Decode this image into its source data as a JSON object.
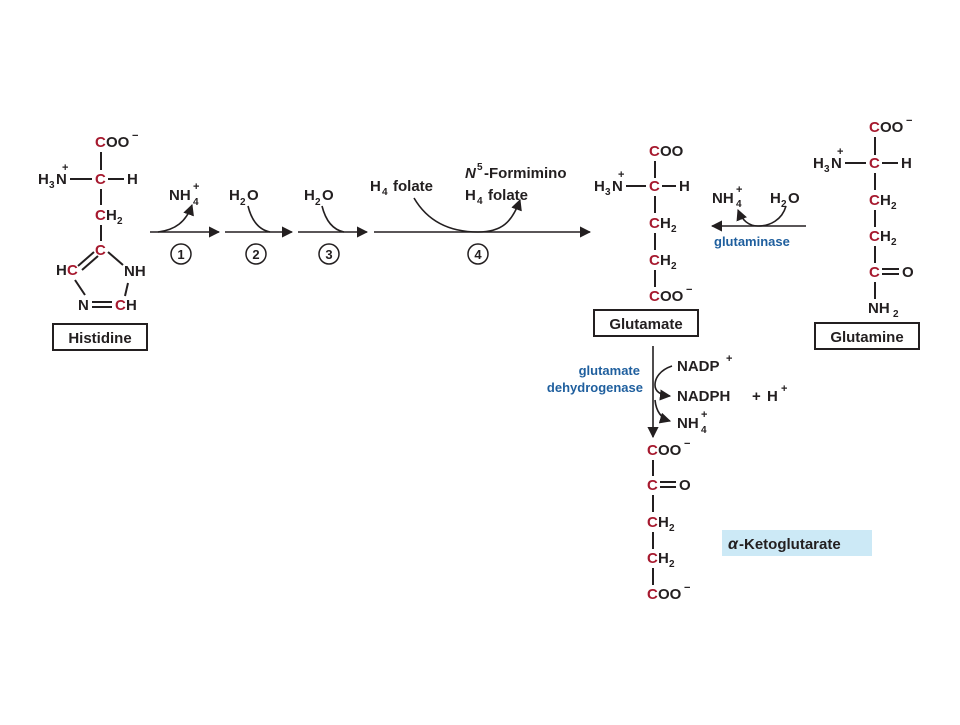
{
  "colors": {
    "carbon": "#a6192e",
    "enzyme": "#1f5f9e",
    "highlight": "#cce9f6",
    "ink": "#231f20"
  },
  "histidine": {
    "name": "Histidine",
    "coo": "OO",
    "coo_charge": "−",
    "amine": "H",
    "amine_sub": "3",
    "amine_n": "N",
    "plus": "+",
    "h": "H",
    "ch2_h": "H",
    "ch2_sub": "2",
    "ring_h": "H",
    "nh": "NH",
    "ring_n": "N",
    "ch_h": "H"
  },
  "reactions": {
    "step1_product": "NH",
    "step1_sub": "4",
    "step1_sup": "+",
    "step2_water": "H",
    "step2_sub": "2",
    "step2_o": "O",
    "step3_water": "H",
    "step3_sub": "2",
    "step3_o": "O",
    "step4_left_h": "H",
    "step4_left_sub": "4",
    "step4_left_word": "folate",
    "step4_n": "N",
    "step4_sup": "5",
    "step4_formimino": "-Formimino",
    "step4_right_h": "H",
    "step4_right_sub": "4",
    "step4_right_word": "folate",
    "steps": [
      "1",
      "2",
      "3",
      "4"
    ]
  },
  "glutamate": {
    "name": "Glutamate",
    "coo_top": "OO",
    "amine": "H",
    "amine_sub": "3",
    "amine_n": "N",
    "plus": "+",
    "h": "H",
    "ch2_sub": "2",
    "coo_bottom": "OO",
    "coo_charge": "−"
  },
  "glutaminase": {
    "enzyme": "glutaminase",
    "nh4": "NH",
    "nh4_sub": "4",
    "nh4_sup": "+",
    "water": "H",
    "water_sub": "2",
    "water_o": "O"
  },
  "glutamine": {
    "name": "Glutamine",
    "coo": "OO",
    "coo_charge": "−",
    "amine": "H",
    "amine_sub": "3",
    "amine_n": "N",
    "plus": "+",
    "h": "H",
    "ch2_sub": "2",
    "carbonyl_o": "O",
    "amide": "NH",
    "amide_sub": "2"
  },
  "dehydrogenase": {
    "enzyme_line1": "glutamate",
    "enzyme_line2": "dehydrogenase",
    "nadp": "NADP",
    "nadp_sup": "+",
    "nadph": "NADPH",
    "plus_sign": "+",
    "h": "H",
    "h_sup": "+",
    "nh4": "NH",
    "nh4_sub": "4",
    "nh4_sup": "+"
  },
  "ketoglutarate": {
    "name_alpha": "α",
    "name_rest": "-Ketoglutarate",
    "coo_top": "OO",
    "coo_charge": "−",
    "o": "O",
    "ch2_sub": "2",
    "coo_bottom": "OO"
  }
}
